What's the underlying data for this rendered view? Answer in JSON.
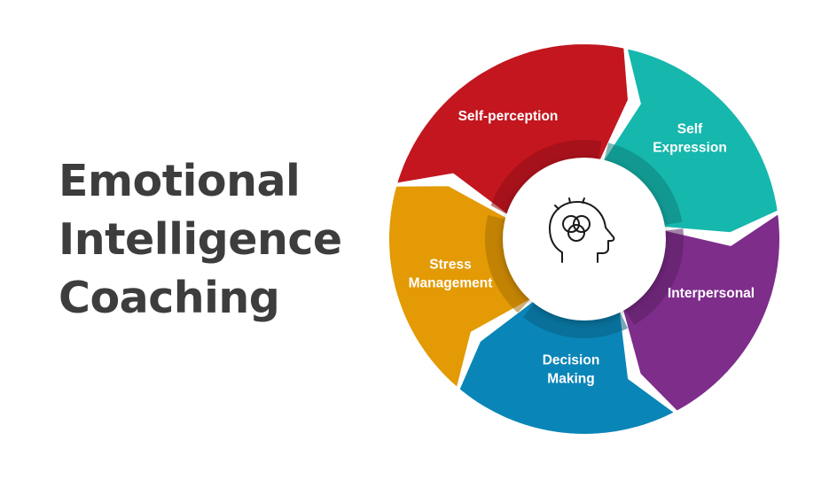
{
  "title": {
    "lines": [
      "Emotional",
      "Intelligence",
      "Coaching"
    ]
  },
  "wheel": {
    "center_icon": "head-venn-icon",
    "segments": [
      {
        "id": "self-perception",
        "lines": [
          "Self-perception"
        ],
        "color": "#c3161f",
        "shade": "#8e0f16"
      },
      {
        "id": "self-expression",
        "lines": [
          "Self",
          "Expression"
        ],
        "color": "#16b7ad",
        "shade": "#0f8079"
      },
      {
        "id": "interpersonal",
        "lines": [
          "Interpersonal"
        ],
        "color": "#7e2d8b",
        "shade": "#5a1f63"
      },
      {
        "id": "decision-making",
        "lines": [
          "Decision",
          "Making"
        ],
        "color": "#0a85b7",
        "shade": "#075f84"
      },
      {
        "id": "stress-management",
        "lines": [
          "Stress",
          "Management"
        ],
        "color": "#e39a04",
        "shade": "#a86f03"
      }
    ]
  }
}
